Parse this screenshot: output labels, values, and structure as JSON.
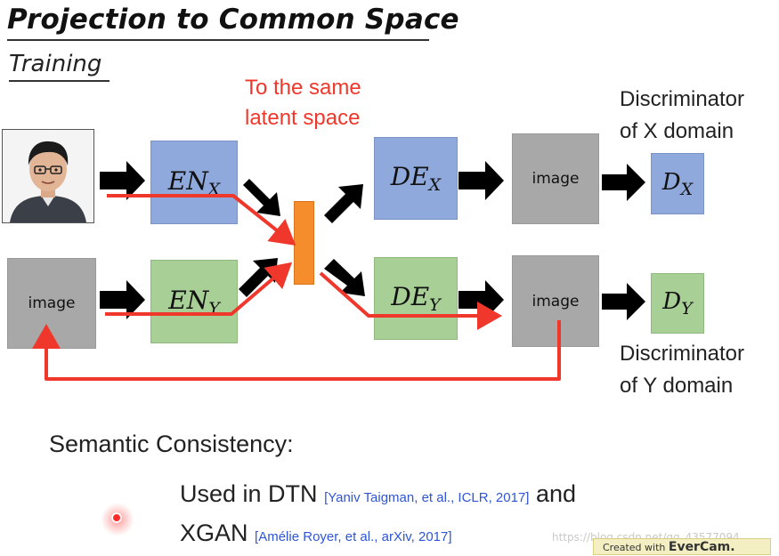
{
  "slide": {
    "title": "Projection to Common Space",
    "subtitle": "Training",
    "latent_note_line1": "To the same",
    "latent_note_line2": "latent space"
  },
  "diagram": {
    "encoder_x": {
      "base": "EN",
      "sub": "X"
    },
    "encoder_y": {
      "base": "EN",
      "sub": "Y"
    },
    "decoder_x": {
      "base": "DE",
      "sub": "X"
    },
    "decoder_y": {
      "base": "DE",
      "sub": "Y"
    },
    "disc_x": {
      "base": "D",
      "sub": "X"
    },
    "disc_y": {
      "base": "D",
      "sub": "Y"
    },
    "image_label": "image",
    "disc_x_label_line1": "Discriminator",
    "disc_x_label_line2": "of X domain",
    "disc_y_label_line1": "Discriminator",
    "disc_y_label_line2": "of Y domain"
  },
  "bottom": {
    "heading": "Semantic Consistency:",
    "line1_text": "Used in DTN",
    "line1_cite": "[Yaniv Taigman, et al., ICLR, 2017]",
    "line1_after": "and",
    "line2_text": "XGAN",
    "line2_cite": "[Amélie Royer, et al., arXiv, 2017]"
  },
  "footer": {
    "watermark": "https://blog.csdn.net/qq_43577094",
    "evercam_prefix": "Created with",
    "evercam_brand": "EverCam."
  },
  "colors": {
    "encoder_blue": "#8fa9dc",
    "encoder_green": "#a7cf96",
    "latent_orange": "#f58d2d",
    "red_path": "#f0372b",
    "citation_blue": "#2f55d6"
  }
}
